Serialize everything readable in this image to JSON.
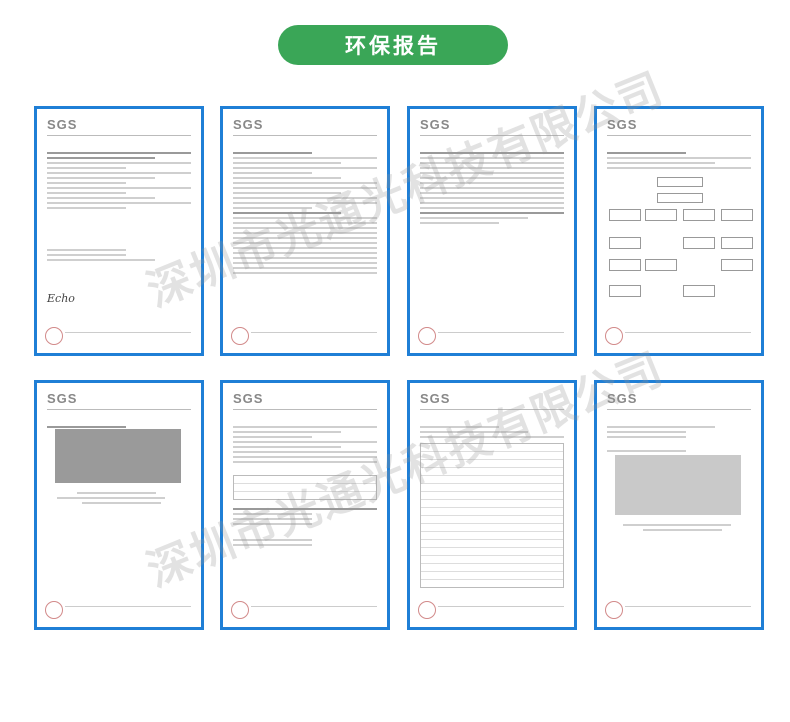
{
  "header": {
    "title": "环保报告"
  },
  "watermark": {
    "text": "深圳市光通光科技有限公司"
  },
  "cards": [
    {
      "logo": "SGS"
    },
    {
      "logo": "SGS"
    },
    {
      "logo": "SGS"
    },
    {
      "logo": "SGS"
    },
    {
      "logo": "SGS",
      "signature": "Echo"
    },
    {
      "logo": "SGS"
    },
    {
      "logo": "SGS"
    },
    {
      "logo": "SGS"
    }
  ],
  "colors": {
    "header_bg": "#3aa657",
    "card_border": "#1f7fd6"
  }
}
